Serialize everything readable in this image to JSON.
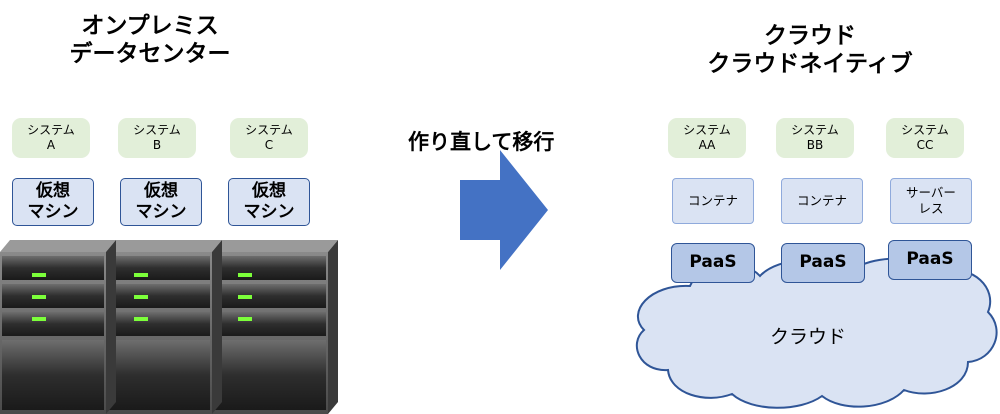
{
  "left": {
    "title_line1": "オンプレミス",
    "title_line2": "データセンター",
    "systems": [
      {
        "label": "システム",
        "id": "A"
      },
      {
        "label": "システム",
        "id": "B"
      },
      {
        "label": "システム",
        "id": "C"
      }
    ],
    "vms": [
      {
        "line1": "仮想",
        "line2": "マシン"
      },
      {
        "line1": "仮想",
        "line2": "マシン"
      },
      {
        "line1": "仮想",
        "line2": "マシン"
      }
    ]
  },
  "middle": {
    "label": "作り直して移行"
  },
  "right": {
    "title_line1": "クラウド",
    "title_line2": "クラウドネイティブ",
    "systems": [
      {
        "label": "システム",
        "id": "AA"
      },
      {
        "label": "システム",
        "id": "BB"
      },
      {
        "label": "システム",
        "id": "CC"
      }
    ],
    "runtimes": [
      {
        "line1": "コンテナ",
        "line2": ""
      },
      {
        "line1": "コンテナ",
        "line2": ""
      },
      {
        "line1": "サーバー",
        "line2": "レス"
      }
    ],
    "paas": [
      "PaaS",
      "PaaS",
      "PaaS"
    ],
    "cloud_label": "クラウド"
  },
  "colors": {
    "arrow": "#4472c4",
    "cloud_fill": "#dae3f3",
    "cloud_stroke": "#2f5597",
    "server_led": "#7cff3a"
  }
}
